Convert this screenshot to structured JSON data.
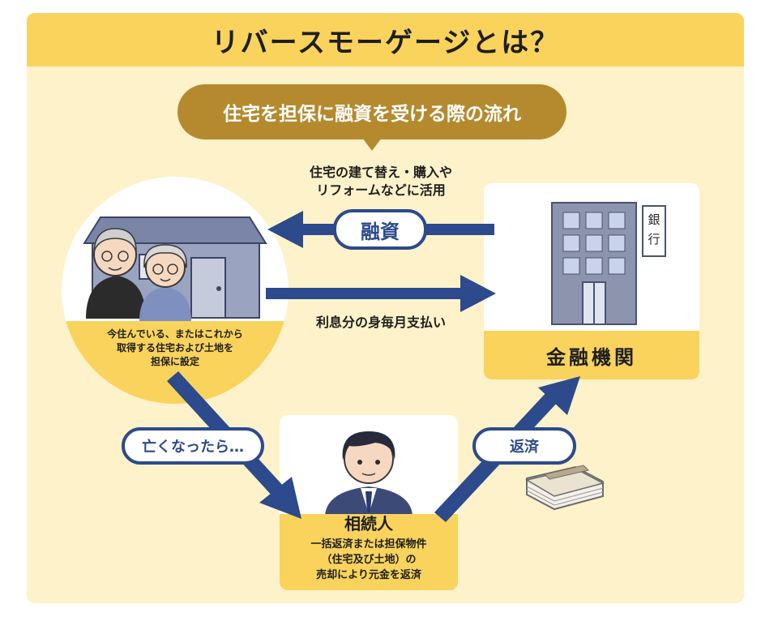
{
  "title": "リバースモーゲージとは？",
  "subtitle": "住宅を担保に融資を受ける際の流れ",
  "loan_note_line1": "住宅の建て替え・購入や",
  "loan_note_line2": "リフォームなどに活用",
  "loan_label": "融資",
  "interest_label": "利息分の身毎月支払い",
  "home": {
    "caption_line1": "今住んでいる、またはこれから",
    "caption_line2": "取得する住宅および土地を",
    "caption_line3": "担保に設定"
  },
  "bank": {
    "name": "金融機関",
    "sign": [
      "銀",
      "行"
    ]
  },
  "death_label": "亡くなったら…",
  "heir": {
    "name": "相続人",
    "desc_line1": "一括返済または担保物件",
    "desc_line2": "（住宅及び土地）の",
    "desc_line3": "売却により元金を返済"
  },
  "repay_label": "返済",
  "colors": {
    "panel": "#fdf2c9",
    "accent_yellow": "#f9d35c",
    "brown": "#b58a2e",
    "navy": "#2c4a8c"
  },
  "icons": [
    "house-icon",
    "elderly-couple-icon",
    "bank-building-icon",
    "businessman-icon",
    "money-stack-icon",
    "arrow-icon"
  ]
}
